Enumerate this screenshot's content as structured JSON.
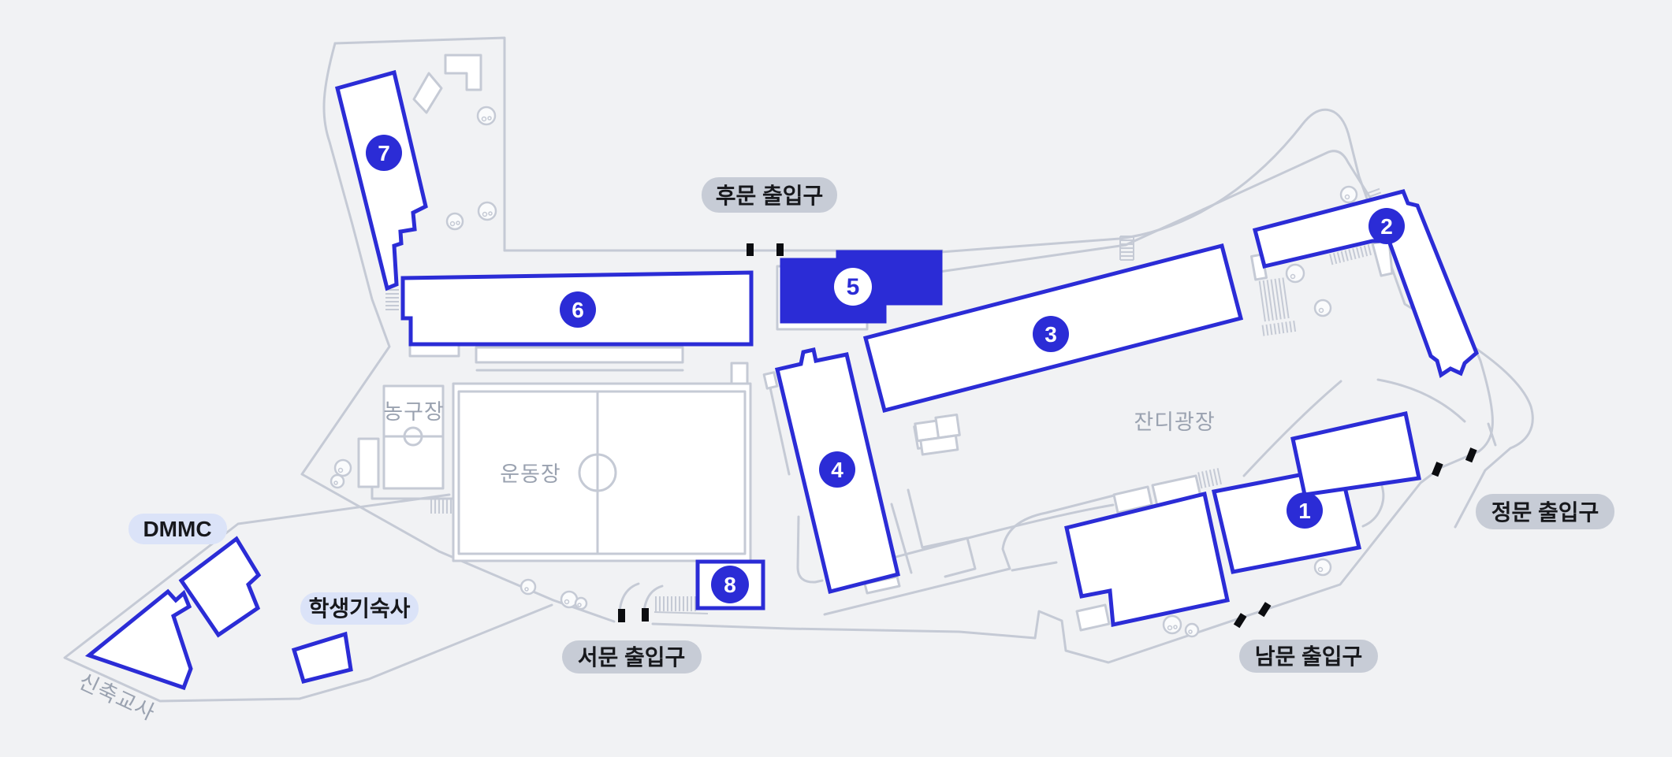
{
  "map": {
    "colors": {
      "background": "#f1f2f4",
      "building_stroke": "#2b2cd6",
      "building_fill": "#ffffff",
      "highlighted_building_fill": "#2b2cd6",
      "outline_gray": "#c5cad5",
      "area_text_gray": "#9aa2b0",
      "gate_pill": "#c7ccd6",
      "area_pill": "#dbe3f8",
      "pill_text": "#17181c",
      "gate_tick": "#0c0d10",
      "badge_number": "#ffffff"
    },
    "buildings": [
      {
        "id": "building-1",
        "label": "1"
      },
      {
        "id": "building-2",
        "label": "2"
      },
      {
        "id": "building-3",
        "label": "3"
      },
      {
        "id": "building-4",
        "label": "4"
      },
      {
        "id": "building-5",
        "label": "5",
        "highlighted": true
      },
      {
        "id": "building-6",
        "label": "6"
      },
      {
        "id": "building-7",
        "label": "7"
      },
      {
        "id": "building-8",
        "label": "8"
      }
    ],
    "gates": {
      "back": "후문 출입구",
      "main": "정문 출입구",
      "south": "남문 출입구",
      "west": "서문 출입구"
    },
    "areas": {
      "dmmc": "DMMC",
      "dormitory": "학생기숙사",
      "new_campus": "신축교사",
      "basketball_court": "농구장",
      "sports_field": "운동장",
      "lawn_plaza": "잔디광장"
    }
  }
}
